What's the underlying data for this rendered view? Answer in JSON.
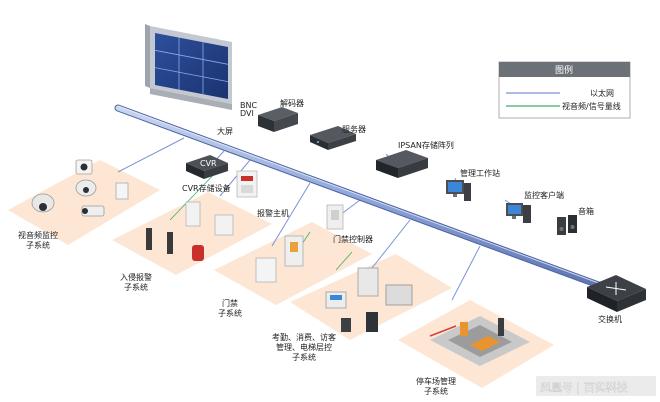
{
  "legend": {
    "title": "图例",
    "items": [
      {
        "label": "以太网",
        "color": "#7b93d6"
      },
      {
        "label": "视音频/信号量线",
        "color": "#3fae6a"
      }
    ]
  },
  "labels": {
    "bnc": "BNC",
    "dvi": "DVI",
    "video_wall": "大屏",
    "decoder": "解码器",
    "server": "服务器",
    "ipsan": "IPSAN存储阵列",
    "cvr_badge": "CVR",
    "cvr": "CVR存储设备",
    "mgmt_workstation": "管理工作站",
    "monitor_client": "监控客户端",
    "speaker": "音箱",
    "alarm_host": "报警主机",
    "door_controller": "门禁控制器",
    "switch": "交换机",
    "video_sub": [
      "视音频监控",
      "子系统"
    ],
    "intrusion_sub": [
      "入侵报警",
      "子系统"
    ],
    "access_sub": [
      "门禁",
      "子系统"
    ],
    "attendance_sub": [
      "考勤、消费、访客",
      "管理、电梯层控",
      "子系统"
    ],
    "parking_sub": [
      "停车场管理",
      "子系统"
    ]
  },
  "watermark": "凤凰号 | 百实科技"
}
